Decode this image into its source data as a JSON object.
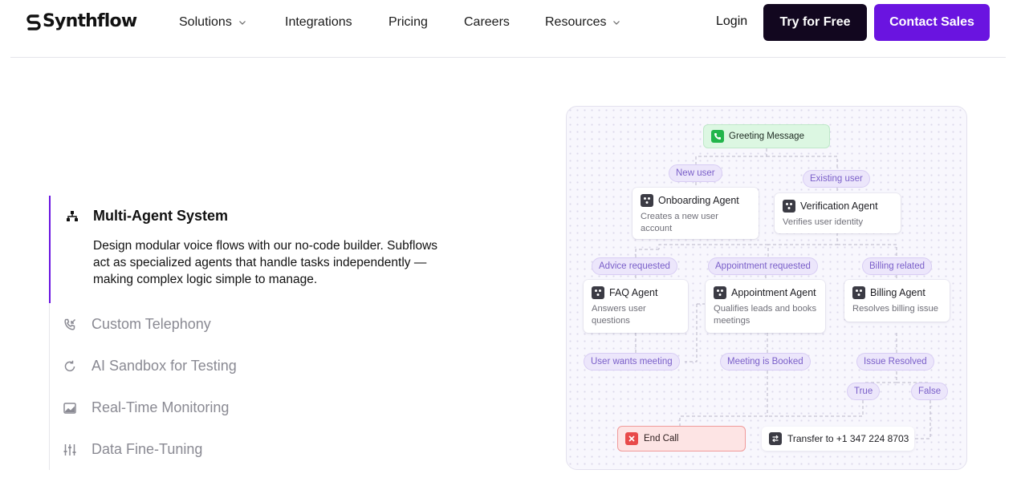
{
  "nav": {
    "logo_text": "Synthflow",
    "items": [
      {
        "label": "Solutions",
        "dropdown": true
      },
      {
        "label": "Integrations",
        "dropdown": false
      },
      {
        "label": "Pricing",
        "dropdown": false
      },
      {
        "label": "Careers",
        "dropdown": false
      },
      {
        "label": "Resources",
        "dropdown": true
      }
    ],
    "login": "Login",
    "try_free": "Try for Free",
    "contact_sales": "Contact Sales",
    "colors": {
      "dark_button": "#12071f",
      "accent": "#6a14e0"
    }
  },
  "features": {
    "active": {
      "icon": "hierarchy-icon",
      "title": "Multi-Agent System",
      "description": "Design modular voice flows with our no-code builder. Subflows act as specialized agents that handle tasks independently — making complex logic simple to manage."
    },
    "items": [
      {
        "icon": "phone-incoming-icon",
        "label": "Custom Telephony"
      },
      {
        "icon": "refresh-icon",
        "label": "AI Sandbox for Testing"
      },
      {
        "icon": "image-chart-icon",
        "label": "Real-Time Monitoring"
      },
      {
        "icon": "sliders-icon",
        "label": "Data Fine-Tuning"
      }
    ]
  },
  "diagram": {
    "greeting": "Greeting Message",
    "pills": {
      "new_user": "New user",
      "existing_user": "Existing user",
      "advice_requested": "Advice requested",
      "appointment_requested": "Appointment requested",
      "billing_related": "Billing related",
      "user_wants_meeting": "User wants meeting",
      "meeting_booked": "Meeting is Booked",
      "issue_resolved": "Issue Resolved",
      "true": "True",
      "false": "False"
    },
    "nodes": {
      "onboarding": {
        "title": "Onboarding Agent",
        "sub": "Creates a new user account"
      },
      "verification": {
        "title": "Verification Agent",
        "sub": "Verifies user identity"
      },
      "faq": {
        "title": "FAQ Agent",
        "sub": "Answers user questions"
      },
      "appointment": {
        "title": "Appointment Agent",
        "sub": "Qualifies leads and books meetings"
      },
      "billing": {
        "title": "Billing Agent",
        "sub": "Resolves billing issue"
      }
    },
    "end_call": "End Call",
    "transfer": "Transfer to +1 347 224 8703"
  }
}
